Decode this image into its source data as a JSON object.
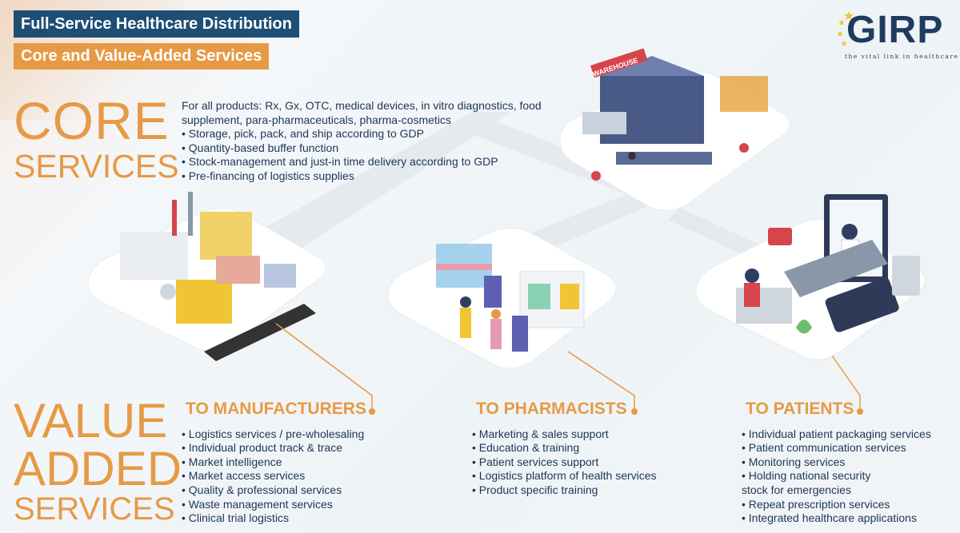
{
  "header": {
    "title": "Full-Service Healthcare Distribution",
    "subtitle": "Core and Value-Added Services"
  },
  "logo": {
    "text": "GIRP",
    "tagline": "the vital link in healthcare",
    "icon": "eu-stars-icon"
  },
  "core": {
    "heading_line1": "CORE",
    "heading_line2": "SERVICES",
    "intro": "For all products: Rx, Gx, OTC, medical devices, in vitro diagnostics, food supplement, para-pharmaceuticals, pharma-cosmetics",
    "items": [
      "Storage, pick, pack, and ship according to GDP",
      "Quantity-based buffer function",
      "Stock-management and just-in time delivery according to GDP",
      "Pre-financing of logistics supplies"
    ]
  },
  "value_added": {
    "heading_line1": "VALUE",
    "heading_line2": "ADDED",
    "heading_line3": "SERVICES"
  },
  "manufacturers": {
    "title": "TO MANUFACTURERS",
    "items": [
      "Logistics services / pre-wholesaling",
      "Individual product track & trace",
      "Market intelligence",
      "Market access services",
      "Quality & professional services",
      "Waste management services",
      "Clinical trial logistics"
    ]
  },
  "pharmacists": {
    "title": "TO PHARMACISTS",
    "items": [
      "Marketing & sales support",
      "Education & training",
      "Patient services support",
      "Logistics platform of health services",
      "Product specific training"
    ]
  },
  "patients": {
    "title": "TO PATIENTS",
    "items": [
      "Individual patient packaging services",
      "Patient communication services",
      "Monitoring services",
      "Holding national security",
      "Repeat prescription services",
      "Integrated healthcare applications"
    ],
    "continuation": "stock for emergencies"
  },
  "warehouse_sign": "WAREHOUSE",
  "colors": {
    "navy": "#1f4e74",
    "orange": "#e69a45",
    "text": "#1d3557"
  }
}
